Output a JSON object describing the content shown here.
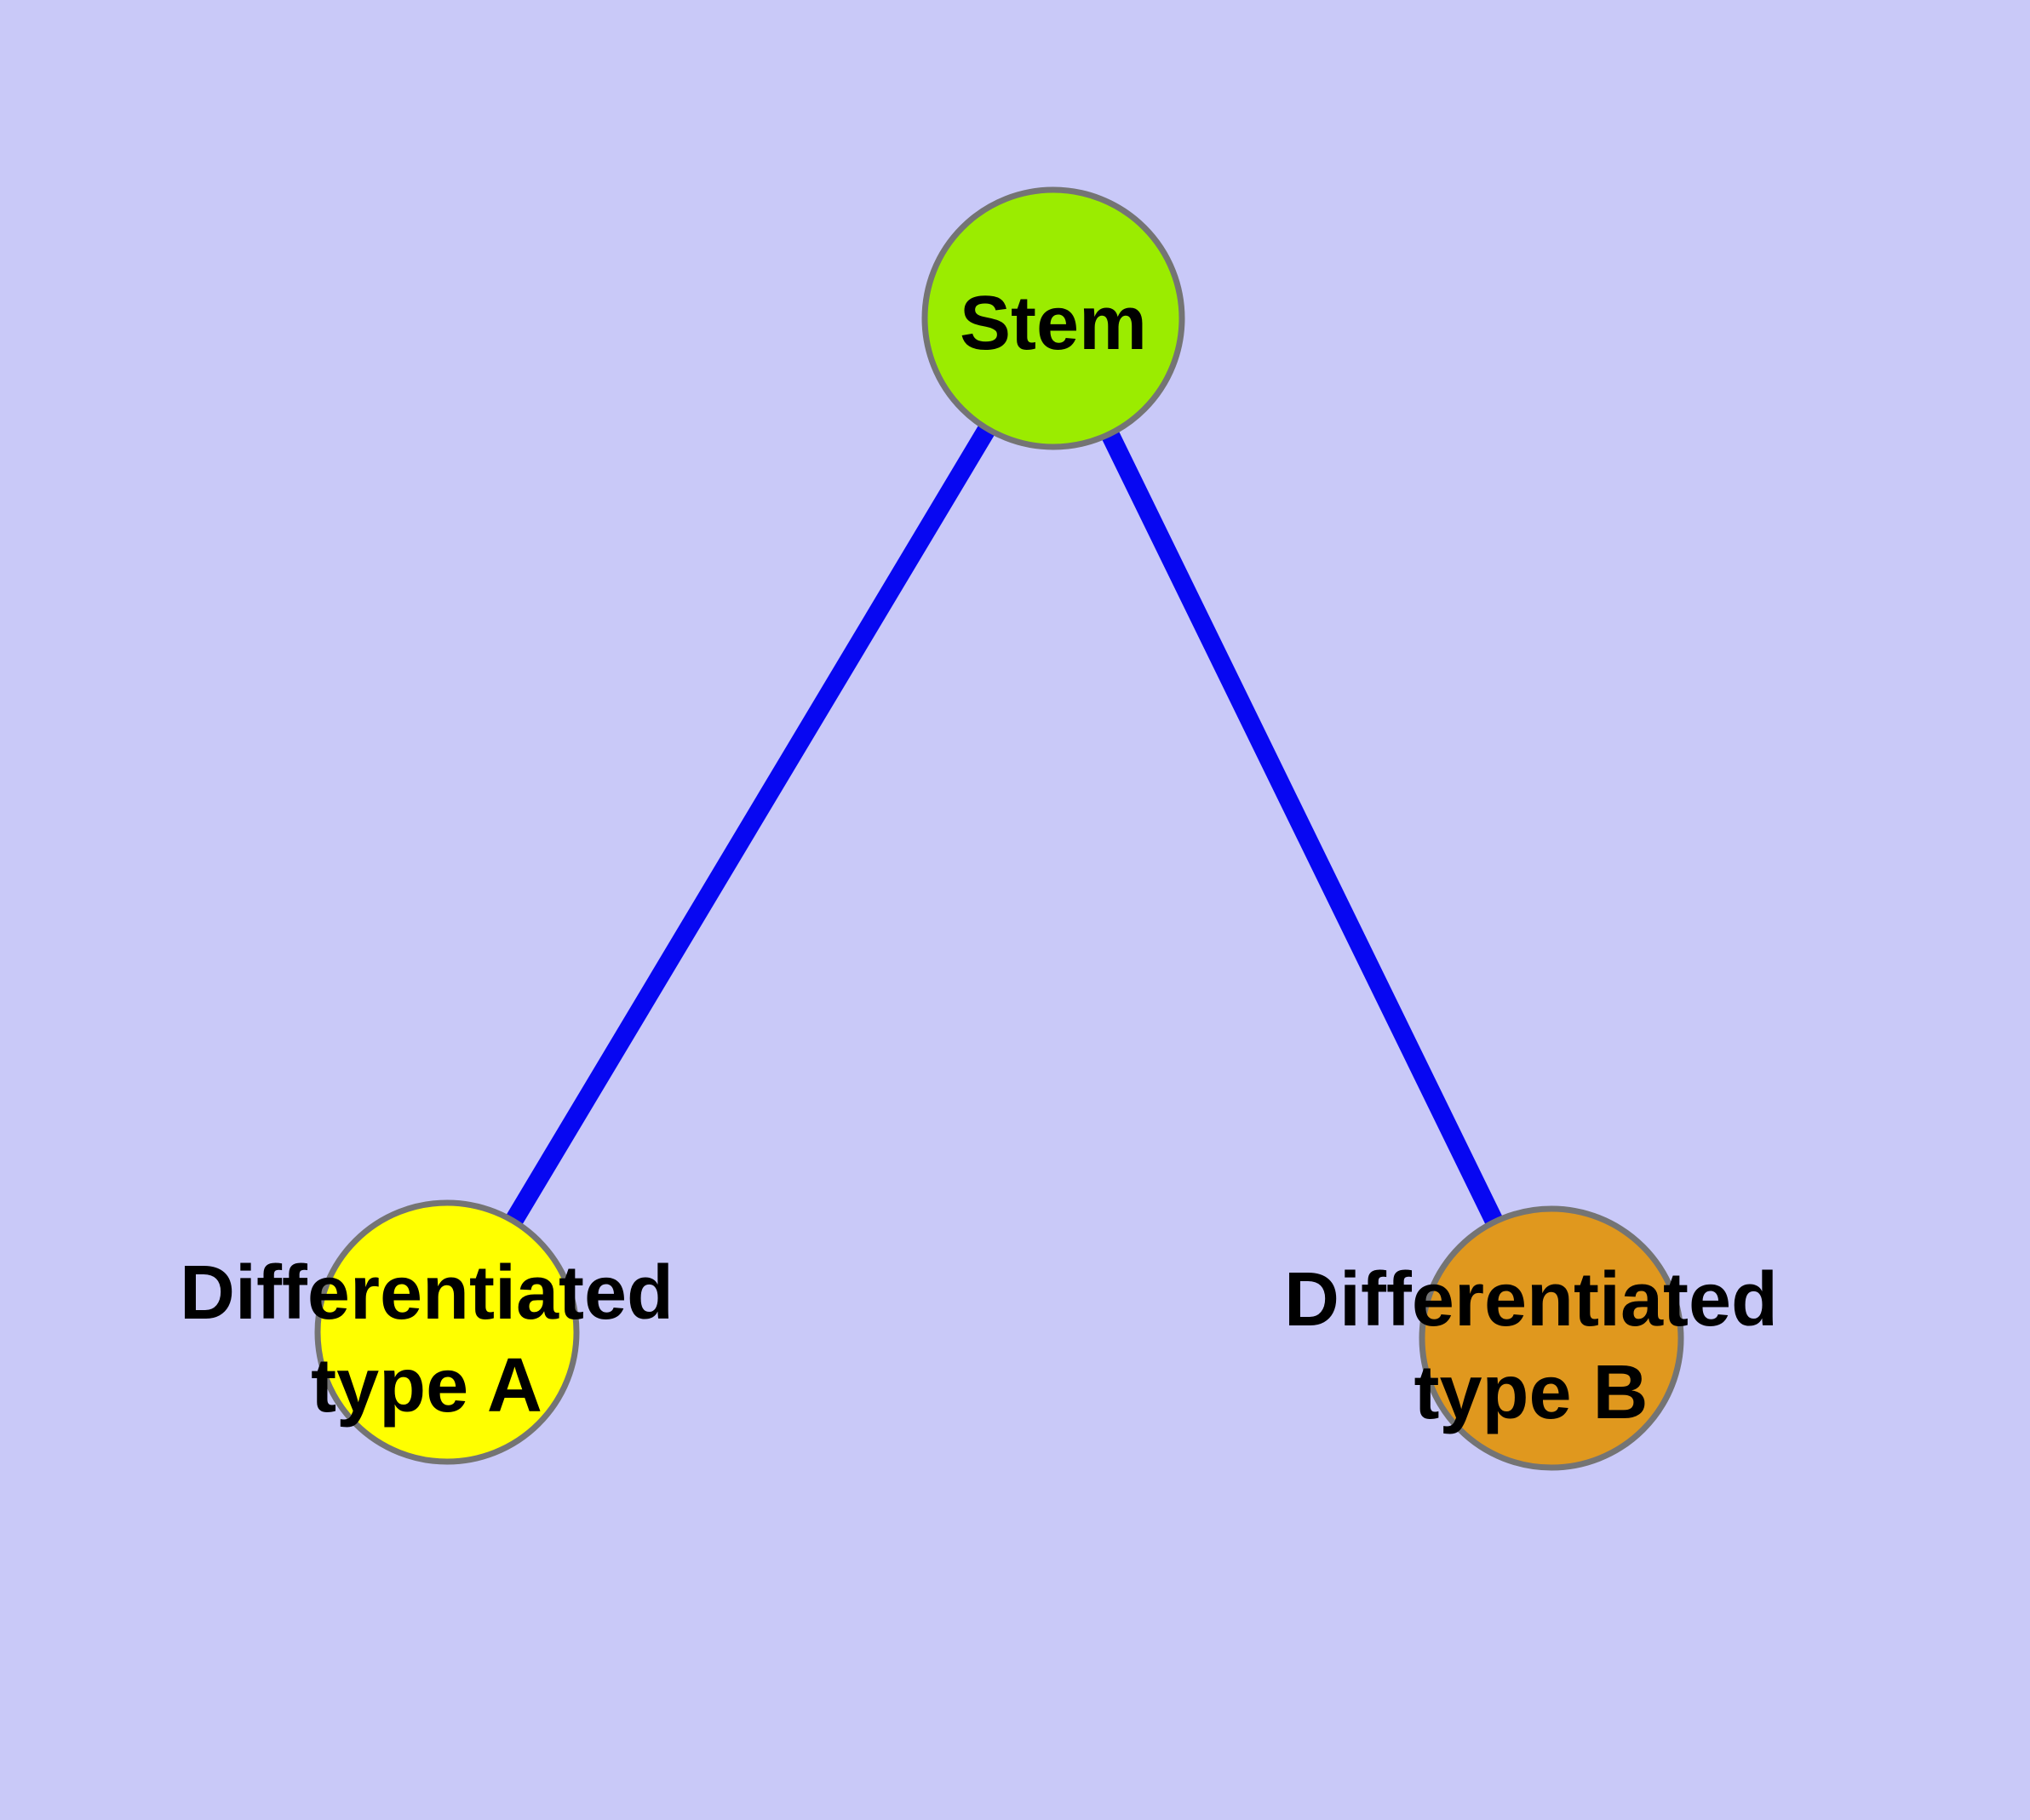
{
  "diagram": {
    "background_color": "#C9C9F8",
    "edge_color": "#0707F2",
    "node_border_color": "#747474",
    "nodes": [
      {
        "id": "stem",
        "label": "Stem",
        "fill": "#9BEC00"
      },
      {
        "id": "differentiated-type-a",
        "label_line1": "Differentiated",
        "label_line2": "type A",
        "fill": "#FFFF00"
      },
      {
        "id": "differentiated-type-b",
        "label_line1": "Differentiated",
        "label_line2": "type B",
        "fill": "#E0981E"
      }
    ],
    "edges": [
      {
        "from": "Stem",
        "to": "Differentiated type A"
      },
      {
        "from": "Stem",
        "to": "Differentiated type B"
      }
    ]
  }
}
